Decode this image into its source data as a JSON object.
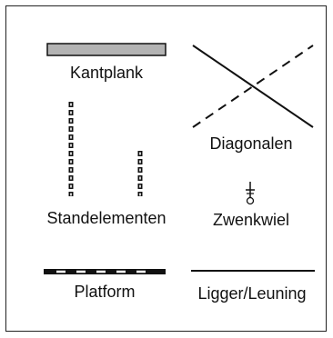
{
  "legend": {
    "items": [
      {
        "key": "kantplank",
        "label": "Kantplank",
        "symbol": "grey-filled-bar",
        "fill": "#b3b3b3"
      },
      {
        "key": "diagonalen",
        "label": "Diagonalen",
        "symbol": "crossed-solid-and-dashed-lines"
      },
      {
        "key": "standelementen",
        "label": "Standelementen",
        "symbol": "vertical-chain-links"
      },
      {
        "key": "zwenkwiel",
        "label": "Zwenkwiel",
        "symbol": "caster-wheel-icon"
      },
      {
        "key": "platform",
        "label": "Platform",
        "symbol": "black-white-striped-bar"
      },
      {
        "key": "ligger",
        "label": "Ligger/Leuning",
        "symbol": "thin-solid-line"
      }
    ]
  },
  "colors": {
    "stroke": "#111111",
    "plank_fill": "#b3b3b3",
    "background": "#ffffff"
  }
}
